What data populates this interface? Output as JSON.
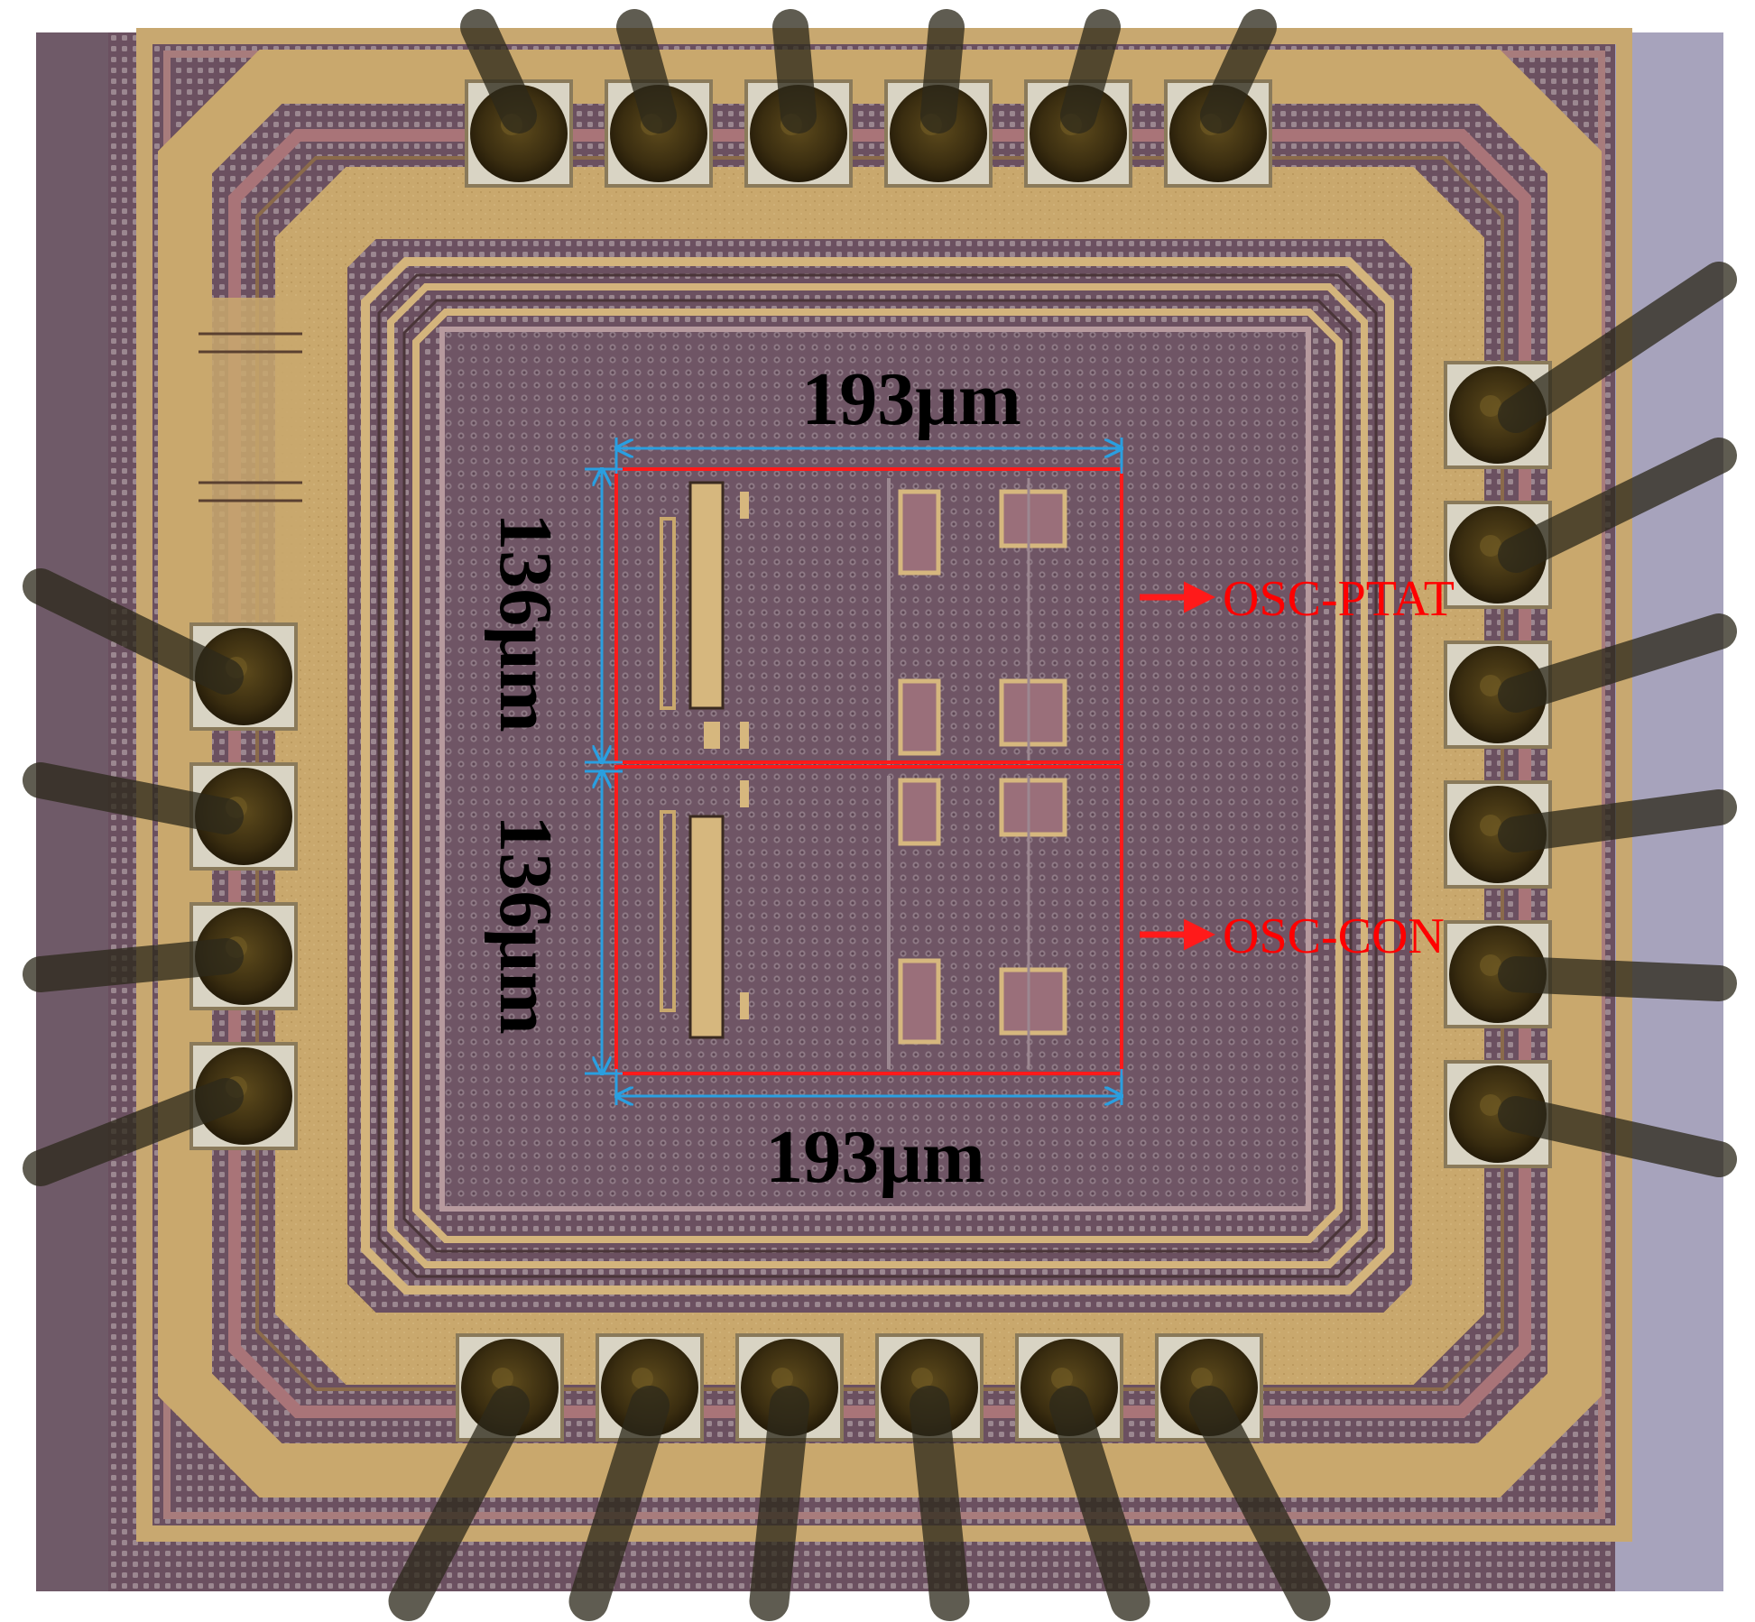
{
  "annotations": {
    "top_width": "193μm",
    "bottom_width": "193μm",
    "upper_height": "136μm",
    "lower_height": "136μm",
    "upper_block": "OSC-PTAT",
    "lower_block": "OSC-CON"
  },
  "colors": {
    "highlight_box": "#ff1a1a",
    "dimension_line": "#2a9fe0",
    "label_text": "#000000",
    "block_label_text": "#ff0000"
  },
  "pads": {
    "top_count": 6,
    "bottom_count": 6,
    "left_count": 4,
    "right_count": 6
  }
}
